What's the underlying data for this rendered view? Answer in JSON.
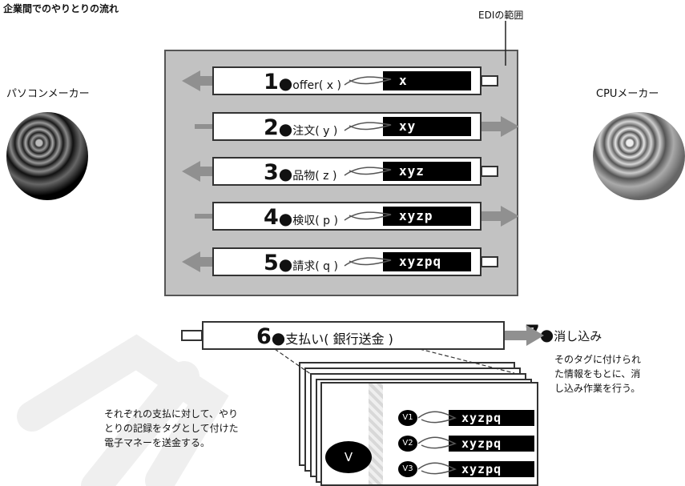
{
  "title": "企業間でのやりとりの流れ",
  "edi_label": "EDIの範囲",
  "companies": {
    "left": "パソコンメーカー",
    "right": "CPUメーカー"
  },
  "rows": [
    {
      "num": "1",
      "dot": "●",
      "label": "offer( x )",
      "code": "x",
      "direction": "left"
    },
    {
      "num": "2",
      "dot": "●",
      "label": "注文( y )",
      "code": "xy",
      "direction": "right"
    },
    {
      "num": "3",
      "dot": "●",
      "label": "品物( z )",
      "code": "xyz",
      "direction": "left"
    },
    {
      "num": "4",
      "dot": "●",
      "label": "検収( p )",
      "code": "xyzp",
      "direction": "right"
    },
    {
      "num": "5",
      "dot": "●",
      "label": "請求( q )",
      "code": "xyzpq",
      "direction": "left"
    }
  ],
  "payment": {
    "num": "6",
    "dot": "●",
    "label": "支払い( 銀行送金 )",
    "direction": "right"
  },
  "step7": {
    "num": "7",
    "dot": "●",
    "label": "消し込み"
  },
  "step7_desc": [
    "そのタグに付けられ",
    "た情報をもとに、消",
    "し込み作業を行う。"
  ],
  "bottom_desc": [
    "それぞれの支払に対して、やり",
    "とりの記録をタグとして付けた",
    "電子マネーを送金する。"
  ],
  "money": {
    "main": "V",
    "tags": [
      {
        "label": "V1",
        "code": "xyzpq"
      },
      {
        "label": "V2",
        "code": "xyzpq"
      },
      {
        "label": "V3",
        "code": "xyzpq"
      }
    ]
  }
}
